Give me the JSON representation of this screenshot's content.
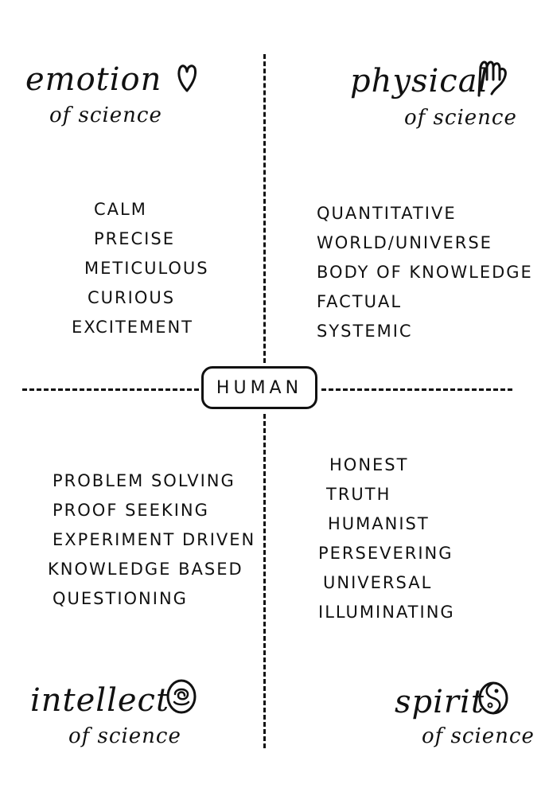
{
  "center": {
    "label": "HUMAN"
  },
  "quadrants": {
    "emotion": {
      "title": "emotion",
      "subtitle": "of science",
      "icon": "heart-icon",
      "items": [
        "CALM",
        "PRECISE",
        "METICULOUS",
        "CURIOUS",
        "EXCITEMENT"
      ]
    },
    "physical": {
      "title": "physical",
      "subtitle": "of science",
      "icon": "hand-icon",
      "items": [
        "QUANTITATIVE",
        "WORLD/UNIVERSE",
        "BODY OF KNOWLEDGE",
        "FACTUAL",
        "SYSTEMIC"
      ]
    },
    "intellect": {
      "title": "intellect",
      "subtitle": "of science",
      "icon": "brain-icon",
      "items": [
        "PROBLEM SOLVING",
        "PROOF SEEKING",
        "EXPERIMENT DRIVEN",
        "KNOWLEDGE BASED",
        "QUESTIONING"
      ]
    },
    "spirit": {
      "title": "spirit",
      "subtitle": "of science",
      "icon": "yin-yang-icon",
      "items": [
        "HONEST",
        "TRUTH",
        "HUMANIST",
        "PERSEVERING",
        "UNIVERSAL",
        "ILLUMINATING"
      ]
    }
  }
}
